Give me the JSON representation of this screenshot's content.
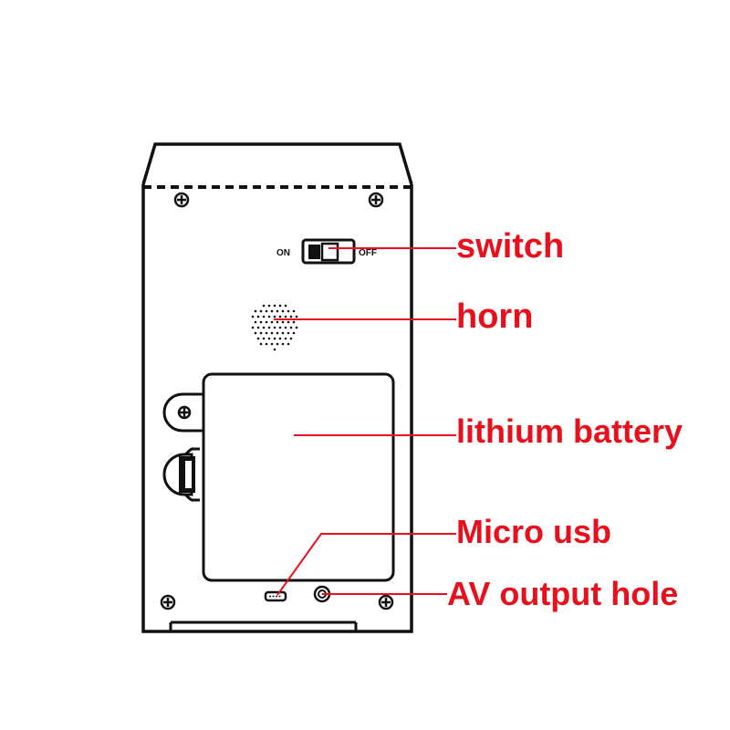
{
  "switch": {
    "on_text": "ON",
    "off_text": "OFF"
  },
  "labels": {
    "switch": "switch",
    "horn": "horn",
    "battery": "lithium battery",
    "micro_usb": "Micro usb",
    "av_output": "AV output hole"
  },
  "colors": {
    "callout": "#e8101c",
    "outline": "#111111",
    "background": "#ffffff"
  }
}
